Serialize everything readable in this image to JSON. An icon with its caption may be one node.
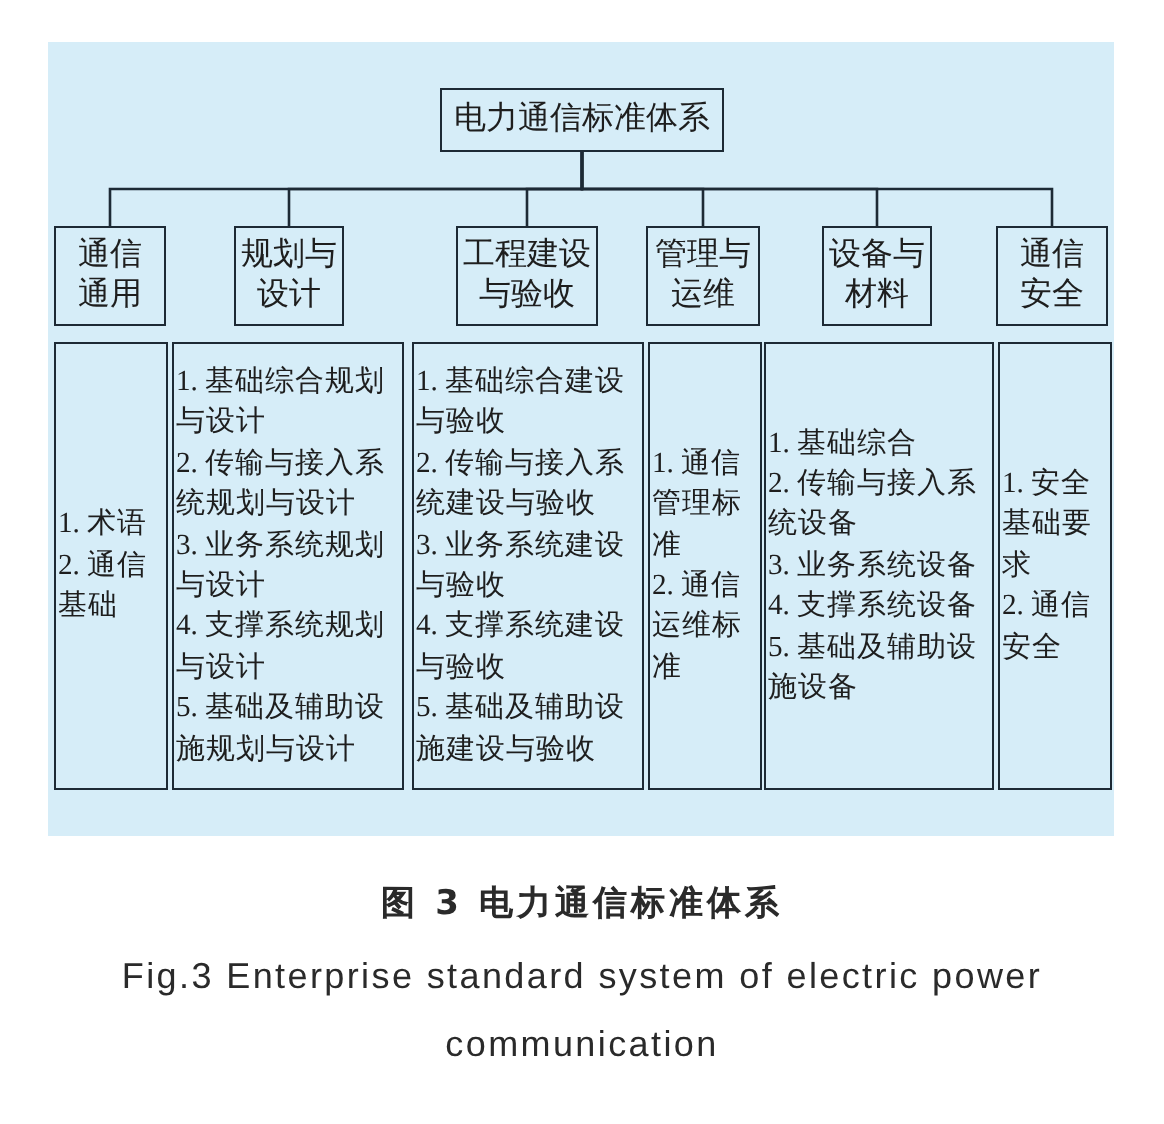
{
  "diagram": {
    "caption": "图 3 电力通信标准体系",
    "nodes": [
      {
        "text": [
          "电力通信标准体系"
        ]
      },
      {
        "text": [
          "通信通用"
        ]
      },
      {
        "text": [
          "规划与设计"
        ]
      },
      {
        "text": [
          "工程建设与验收"
        ]
      },
      {
        "text": [
          "管理与运维"
        ]
      },
      {
        "text": [
          "设备与材料"
        ]
      },
      {
        "text": [
          "通信安全"
        ]
      },
      {
        "text": [
          "1. 术语",
          "2. 通信基础"
        ]
      },
      {
        "text": [
          "1. 基础综合规划与设计",
          "2. 传输与接入系统规划与设计",
          "3. 业务系统规划与设计",
          "4. 支撑系统规划与设计",
          "5. 基础及辅助设施规划与设计"
        ]
      },
      {
        "text": [
          "1. 基础综合建设与验收",
          "2. 传输与接入系统建设与验收",
          "3. 业务系统建设与验收",
          "4. 支撑系统建设与验收",
          "5. 基础及辅助设施建设与验收"
        ]
      },
      {
        "text": [
          "1. 通信管理标准",
          "2. 通信运维标准"
        ]
      },
      {
        "text": [
          "1. 基础综合",
          "2. 传输与接入系统设备",
          "3. 业务系统设备",
          "4. 支撑系统设备",
          "5. 基础及辅助设施设备"
        ]
      },
      {
        "text": [
          "1. 安全基础要求",
          "2. 通信安全"
        ]
      }
    ],
    "edges": [
      {
        "from": 0,
        "to": 1,
        "arrow": "none"
      },
      {
        "from": 0,
        "to": 2,
        "arrow": "none"
      },
      {
        "from": 0,
        "to": 3,
        "arrow": "none"
      },
      {
        "from": 0,
        "to": 4,
        "arrow": "none"
      },
      {
        "from": 0,
        "to": 5,
        "arrow": "none"
      },
      {
        "from": 0,
        "to": 6,
        "arrow": "none"
      }
    ],
    "labels": [
      "Fig.3 Enterprise standard system of electric power communication"
    ]
  }
}
